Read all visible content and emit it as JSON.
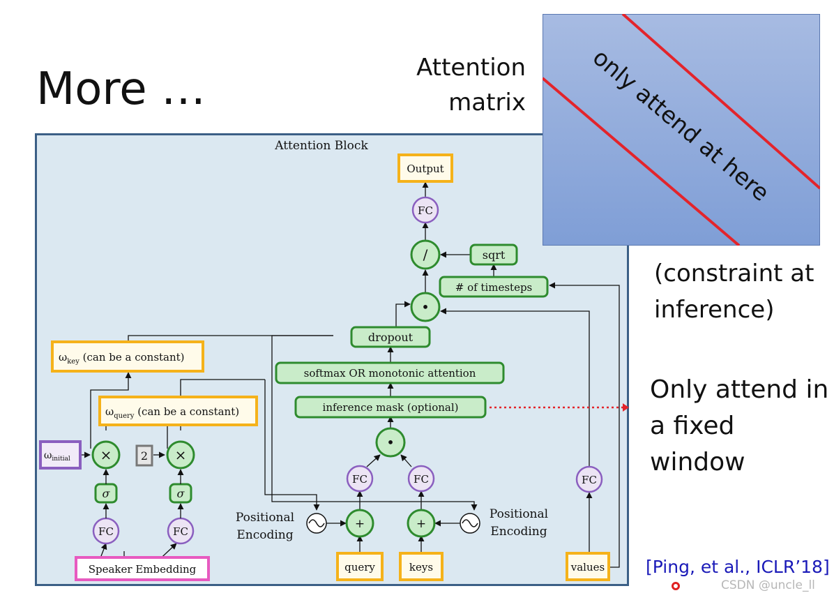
{
  "slide": {
    "title": "More …",
    "attention_matrix_label": [
      "Attention",
      "matrix"
    ],
    "matrix_annotation": "only attend at here",
    "constraint_note": [
      "(constraint at",
      "inference)"
    ],
    "window_note": [
      "Only attend in",
      "a fixed window"
    ],
    "citation": "[Ping, et al., ICLR’18]",
    "watermark": "CSDN @uncle_ll"
  },
  "diagram": {
    "title": "Attention Block",
    "nodes": {
      "output": "Output",
      "fc_top": "FC",
      "divide": "/",
      "sqrt": "sqrt",
      "timesteps": "# of timesteps",
      "dot_top": "•",
      "dropout": "dropout",
      "softmax": "softmax OR monotonic attention",
      "mask": "inference mask (optional)",
      "dot_mid": "•",
      "fc_query": "FC",
      "fc_keys": "FC",
      "plus_query": "+",
      "plus_keys": "+",
      "query": "query",
      "keys": "keys",
      "values": "values",
      "fc_values": "FC",
      "pos_enc_left": [
        "Positional",
        "Encoding"
      ],
      "pos_enc_right": [
        "Positional",
        "Encoding"
      ],
      "w_key_symbol": "ω",
      "w_key_sub": "key",
      "w_key_rest": " (can be a constant)",
      "w_query_symbol": "ω",
      "w_query_sub": "query",
      "w_query_rest": " (can be a constant)",
      "w_initial_symbol": "ω",
      "w_initial_sub": "initial",
      "times_left": "×",
      "times_right": "×",
      "two": "2",
      "sigma_left": "σ",
      "sigma_right": "σ",
      "fc_left": "FC",
      "fc_right": "FC",
      "speaker": "Speaker Embedding"
    }
  },
  "colors": {
    "diagram_bg": "#dbe8f1",
    "frame": "#3b5f86",
    "green_fill": "#c9ecc9",
    "green_stroke": "#2e8b2e",
    "purple_fill": "#ece4f4",
    "purple_stroke": "#8a5fbf",
    "orange_stroke": "#f5b21a",
    "orange_fill": "#fffbea",
    "pink_stroke": "#e75ac0",
    "matrix_fill": "#8faadc",
    "red": "#e3242b",
    "citation": "#1a1ab8"
  }
}
